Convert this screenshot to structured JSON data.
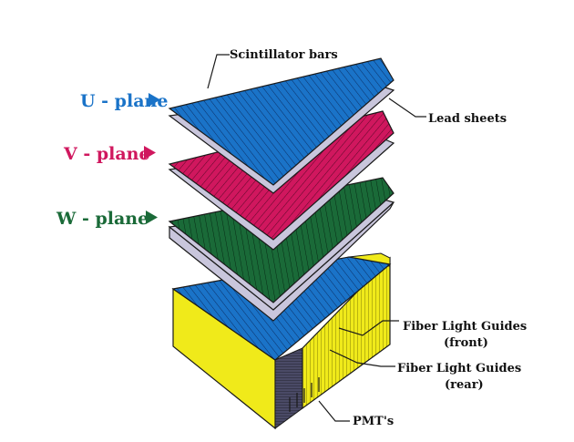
{
  "plane_labels": {
    "u": "U - plane",
    "v": "V - plane",
    "w": "W - plane"
  },
  "callouts": {
    "scintillator": "Scintillator bars",
    "lead": "Lead sheets",
    "fiber_front_1": "Fiber Light Guides",
    "fiber_front_2": "(front)",
    "fiber_rear_1": "Fiber Light Guides",
    "fiber_rear_2": "(rear)",
    "pmt": "PMT's"
  },
  "colors": {
    "u_plane": "#1a73c8",
    "v_plane": "#d0175e",
    "w_plane": "#1a6a38",
    "lead_sheet": "#c9c6dc",
    "fiber_guide": "#f0ea1a",
    "stroke": "#1a1a1a"
  },
  "icons": {
    "plane_pointer": "triangle-right-icon"
  }
}
